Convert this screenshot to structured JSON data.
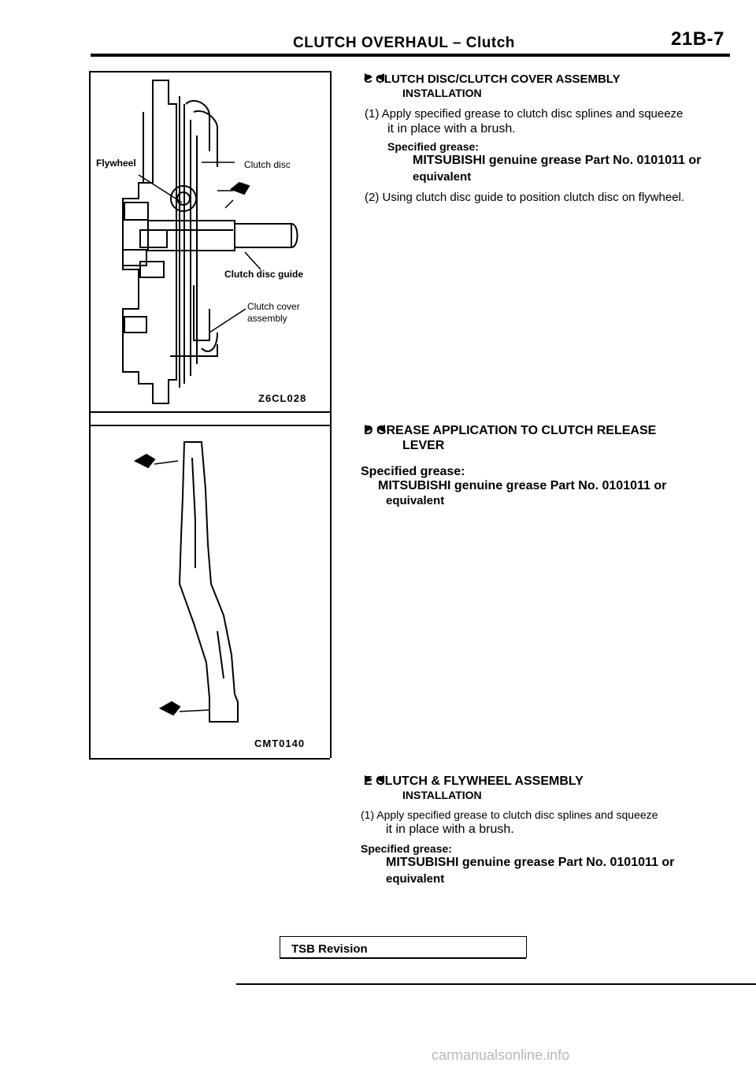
{
  "header": {
    "title": "CLUTCH OVERHAUL – Clutch",
    "page": "21B-7"
  },
  "figure1": {
    "labels": {
      "flywheel": "Flywheel",
      "clutch_disc": "Clutch disc",
      "guide": "Clutch disc guide",
      "cover_line1": "Clutch cover",
      "cover_line2": "assembly"
    },
    "code": "Z6CL028"
  },
  "figure2": {
    "code": "CMT0140"
  },
  "sections": [
    {
      "letter": "C",
      "heading_line1": "CLUTCH DISC/CLUTCH COVER ASSEMBLY",
      "heading_line2": "INSTALLATION",
      "step1_line1": "(1) Apply specified grease to clutch disc splines and squeeze",
      "step1_line2": "it in place with a brush.",
      "spec_label": "Specified grease:",
      "spec_line1": "MITSUBISHI genuine grease Part No. 0101011 or",
      "spec_line2": "equivalent",
      "step2": "(2) Using clutch disc guide to position clutch disc on flywheel."
    },
    {
      "letter": "D",
      "heading_line1": "GREASE APPLICATION TO CLUTCH RELEASE",
      "heading_line2": "LEVER",
      "spec_label": "Specified grease:",
      "spec_line1": "MITSUBISHI genuine grease Part No. 0101011 or",
      "spec_line2": "equivalent"
    },
    {
      "letter": "E",
      "heading_line1": "CLUTCH & FLYWHEEL ASSEMBLY",
      "heading_line2": "INSTALLATION",
      "step1_line1": "(1) Apply specified grease to clutch disc splines and squeeze",
      "step1_line2": "it in place with a brush.",
      "spec_label": "Specified grease:",
      "spec_line1": "MITSUBISHI genuine grease Part No. 0101011 or",
      "spec_line2": "equivalent"
    }
  ],
  "footer": {
    "tsb": "TSB Revision",
    "site": "carmanualsonline.info"
  }
}
